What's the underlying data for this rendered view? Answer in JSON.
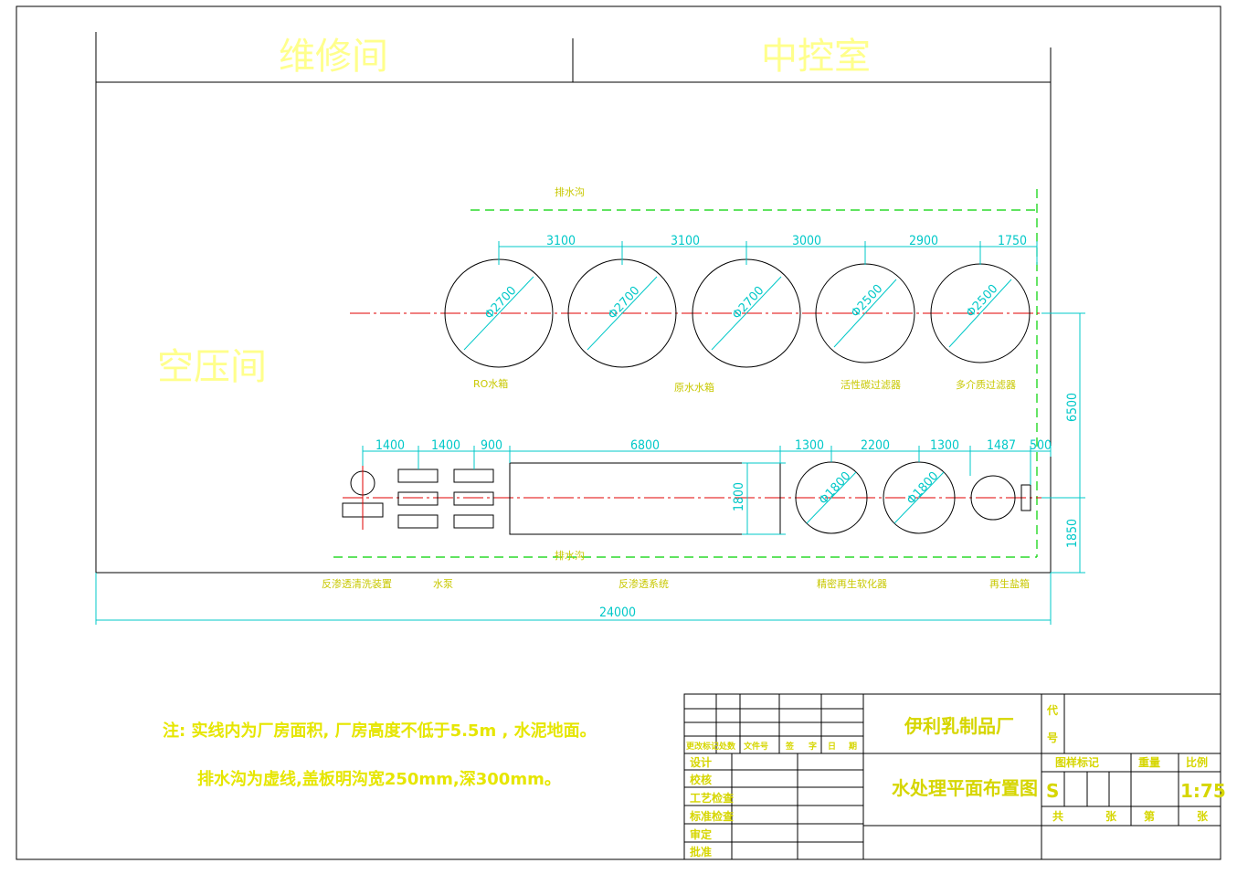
{
  "rooms": {
    "repair": "维修间",
    "control": "中控室",
    "compressor": "空压间"
  },
  "top_row": {
    "drain_label": "排水沟",
    "tanks": [
      {
        "diameter": "Φ2700",
        "label": "RO水箱"
      },
      {
        "diameter": "Φ2700",
        "label": "原水水箱"
      },
      {
        "diameter": "Φ2700",
        "label": ""
      },
      {
        "diameter": "Φ2500",
        "label": "活性碳过滤器"
      },
      {
        "diameter": "Φ2500",
        "label": "多介质过滤器"
      }
    ],
    "spacings": [
      "3100",
      "3100",
      "3000",
      "2900",
      "1750"
    ]
  },
  "bottom_row": {
    "drain_label": "排水沟",
    "spacings": [
      "1400",
      "1400",
      "900",
      "6800",
      "1300",
      "2200",
      "1300",
      "1487",
      "500"
    ],
    "box_height": "1800",
    "tanks": [
      {
        "diameter": "Φ1800"
      },
      {
        "diameter": "Φ1800"
      }
    ],
    "labels": [
      "反渗透清洗装置",
      "水泵",
      "反渗透系统",
      "精密再生软化器",
      "再生盐箱"
    ]
  },
  "dimensions": {
    "overall_width": "24000",
    "right_upper": "6500",
    "right_lower": "1850"
  },
  "notes": {
    "line1": "注:  实线内为厂房面积, 厂房高度不低于5.5m ,  水泥地面。",
    "line2": "排水沟为虚线,盖板明沟宽250mm,深300mm。"
  },
  "title_block": {
    "company": "伊利乳制品厂",
    "drawing_title": "水处理平面布置图",
    "code_label": "代号",
    "change_headers": [
      "更改标记",
      "处数",
      "文件号",
      "签",
      "字",
      "日",
      "期"
    ],
    "roles": [
      "设计",
      "校核",
      "工艺检查",
      "标准检查",
      "审定",
      "批准"
    ],
    "stage_label": "图样标记",
    "weight_label": "重量",
    "scale_label": "比例",
    "stage_value": "S",
    "scale_value": "1:75",
    "sheet_total": "共",
    "sheet_unit": "张",
    "sheet_no": "第",
    "sheet_unit2": "张"
  },
  "colors": {
    "line": "#000000",
    "dimension": "#00c8c8",
    "centerline": "#e00000",
    "drain": "#00d200",
    "text": "#e6e600"
  }
}
